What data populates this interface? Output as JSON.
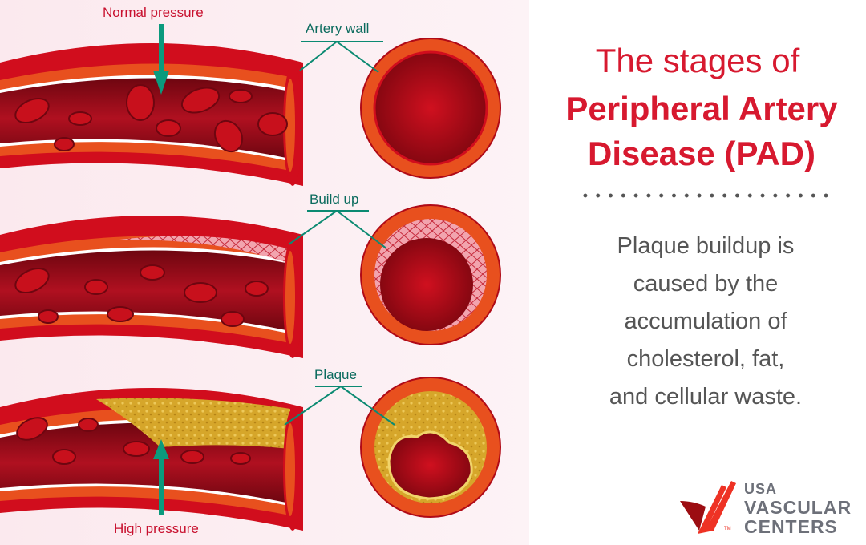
{
  "title": {
    "line1": "The stages of",
    "line2": "Peripheral Artery",
    "line3": "Disease (PAD)"
  },
  "description": [
    "Plaque buildup is",
    "caused by the",
    "accumulation of",
    "cholesterol, fat,",
    "and cellular waste."
  ],
  "labels": {
    "normal_pressure": "Normal pressure",
    "artery_wall": "Artery wall",
    "build_up": "Build up",
    "plaque": "Plaque",
    "high_pressure": "High pressure"
  },
  "logo": {
    "line1": "USA",
    "line2": "VASCULAR",
    "line3": "CENTERS",
    "tm": "TM"
  },
  "colors": {
    "accent_red": "#d7192f",
    "teal": "#0b8a72",
    "artery_orange": "#e8501e",
    "plaque_yellow": "#d9ab1c",
    "logo_gray": "#6d7079"
  }
}
